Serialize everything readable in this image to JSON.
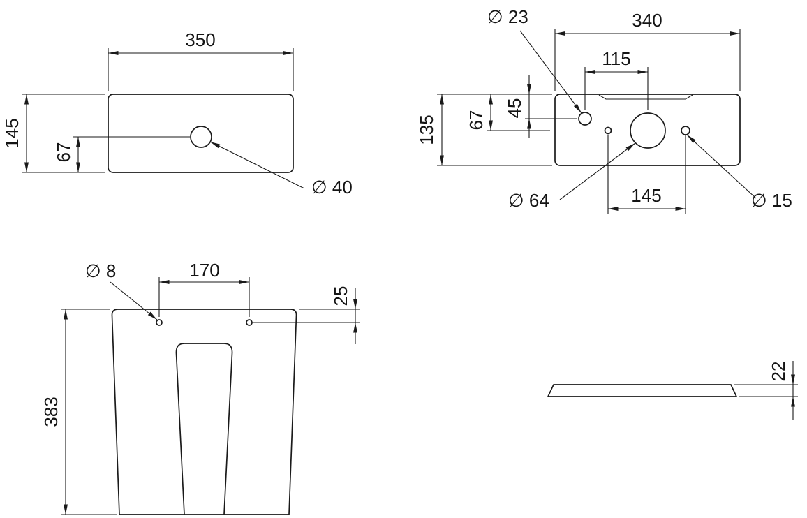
{
  "drawing": {
    "background": "#ffffff",
    "line_color": "#1a1a1a",
    "views": {
      "top_left": {
        "width": "350",
        "height": "145",
        "hole_offset_from_bottom": "67",
        "hole_dia": "∅ 40"
      },
      "top_right": {
        "width": "340",
        "height": "135",
        "top_hole_spacing": "115",
        "small_hole_offset": "45",
        "large_hole_offset": "67",
        "bottom_hole_spacing": "145",
        "small_hole_dia": "∅ 23",
        "large_hole_dia": "∅ 64",
        "side_hole_dia": "∅ 15"
      },
      "bottom_left": {
        "height": "383",
        "hole_spacing": "170",
        "hole_offset_from_top": "25",
        "hole_dia": "∅ 8"
      },
      "bottom_right": {
        "thickness": "22"
      }
    }
  }
}
